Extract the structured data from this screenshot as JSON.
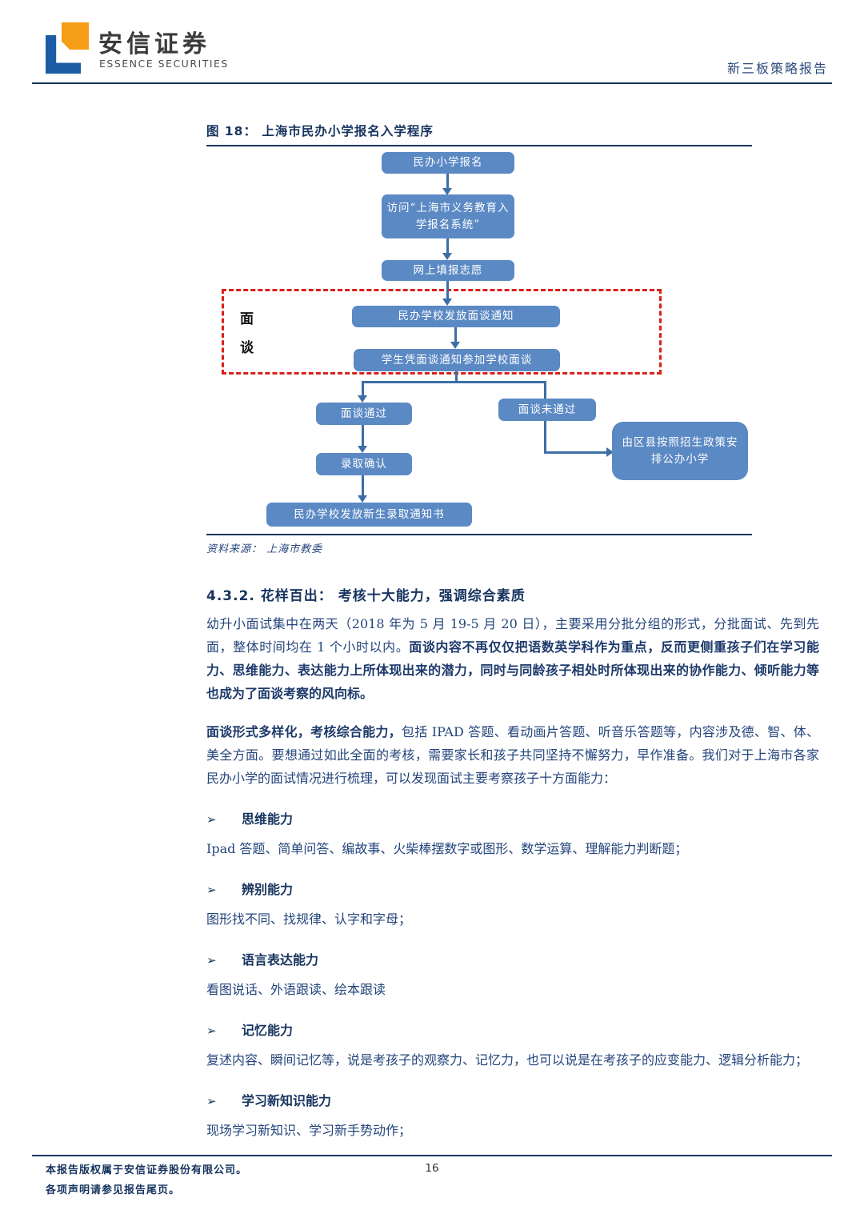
{
  "header": {
    "brand_cn": "安信证券",
    "brand_en": "ESSENCE SECURITIES",
    "report_type": "新三板策略报告"
  },
  "figure": {
    "title": "图 18： 上海市民办小学报名入学程序",
    "interview_label": "面谈",
    "nodes": [
      {
        "label": "民办小学报名"
      },
      {
        "label": "访问“上海市义务教育入学报名系统”"
      },
      {
        "label": "网上填报志愿"
      },
      {
        "label": "民办学校发放面谈通知"
      },
      {
        "label": "学生凭面谈通知参加学校面谈"
      },
      {
        "label": "面谈通过"
      },
      {
        "label": "面谈未通过"
      },
      {
        "label": "由区县按照招生政策安排公办小学"
      },
      {
        "label": "录取确认"
      },
      {
        "label": "民办学校发放新生录取通知书"
      }
    ],
    "source": "资料来源： 上海市教委",
    "colors": {
      "node_fill": "#5b89c4",
      "arrow": "#3d6ea5",
      "dashed_border": "#d9201c"
    }
  },
  "section": {
    "heading": "4.3.2. 花样百出： 考核十大能力，强调综合素质",
    "p1_normal": "幼升小面试集中在两天（2018 年为 5 月 19-5 月 20 日），主要采用分批分组的形式，分批面试、先到先面，整体时间均在 1 个小时以内。",
    "p1_bold": "面谈内容不再仅仅把语数英学科作为重点，反而更侧重孩子们在学习能力、思维能力、表达能力上所体现出来的潜力，同时与同龄孩子相处时所体现出来的协作能力、倾听能力等也成为了面谈考察的风向标。",
    "p2_bold": "面谈形式多样化，考核综合能力，",
    "p2_normal": "包括 IPAD 答题、看动画片答题、听音乐答题等，内容涉及德、智、体、美全方面。要想通过如此全面的考核，需要家长和孩子共同坚持不懈努力，早作准备。我们对于上海市各家民办小学的面试情况进行梳理，可以发现面试主要考察孩子十方面能力："
  },
  "bullets": {
    "glyph": "➢",
    "items": [
      {
        "title": "思维能力",
        "desc": "Ipad 答题、简单问答、编故事、火柴棒摆数字或图形、数学运算、理解能力判断题；"
      },
      {
        "title": "辨别能力",
        "desc": "图形找不同、找规律、认字和字母；"
      },
      {
        "title": "语言表达能力",
        "desc": "看图说话、外语跟读、绘本跟读"
      },
      {
        "title": "记忆能力",
        "desc": "复述内容、瞬间记忆等，说是考孩子的观察力、记忆力，也可以说是在考孩子的应变能力、逻辑分析能力；"
      },
      {
        "title": "学习新知识能力",
        "desc": "现场学习新知识、学习新手势动作；"
      }
    ]
  },
  "footer": {
    "copyright_line1": "本报告版权属于安信证券股份有限公司。",
    "copyright_line2": "各项声明请参见报告尾页。",
    "page_number": "16"
  }
}
